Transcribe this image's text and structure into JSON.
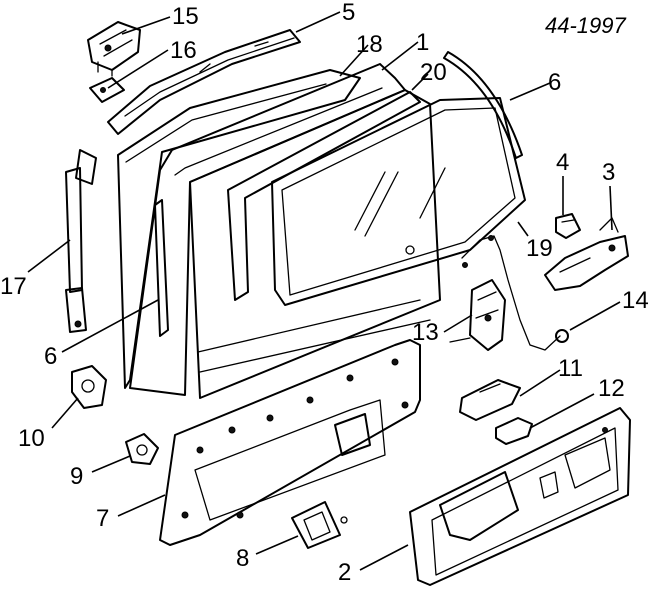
{
  "drawing_number": "44-1997",
  "callouts": [
    "15",
    "5",
    "16",
    "18",
    "1",
    "20",
    "6",
    "4",
    "3",
    "17",
    "19",
    "14",
    "6",
    "13",
    "10",
    "11",
    "12",
    "9",
    "7",
    "8",
    "2"
  ],
  "parts": [
    {
      "id": "15"
    },
    {
      "id": "5"
    },
    {
      "id": "16"
    },
    {
      "id": "18"
    },
    {
      "id": "1"
    },
    {
      "id": "20"
    },
    {
      "id": "6"
    },
    {
      "id": "4"
    },
    {
      "id": "3"
    },
    {
      "id": "17"
    },
    {
      "id": "19"
    },
    {
      "id": "14"
    },
    {
      "id": "13"
    },
    {
      "id": "10"
    },
    {
      "id": "11"
    },
    {
      "id": "12"
    },
    {
      "id": "9"
    },
    {
      "id": "7"
    },
    {
      "id": "8"
    },
    {
      "id": "2"
    }
  ]
}
